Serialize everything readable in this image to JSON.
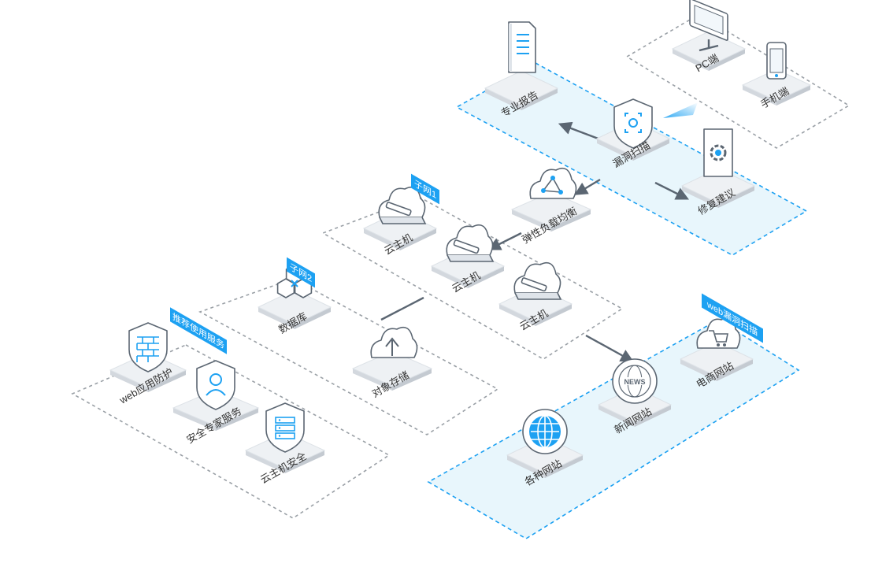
{
  "colors": {
    "accent": "#1da1f2",
    "zone_fill": "#e8f6fc",
    "tile": "#eef1f4",
    "tile_side": "#d3d8de",
    "icon_fill": "#ffffff",
    "icon_stroke": "#5b6672",
    "dash_gray": "#9aa0a6",
    "dash_blue": "#1da1f2",
    "arrow": "#5b6672"
  },
  "tags": {
    "subnet1": "子网1",
    "subnet2": "子网2",
    "recommended": "推荐使用服务",
    "web_scan": "web漏洞扫描"
  },
  "nodes": {
    "pc": {
      "label": "PC端",
      "icon": "monitor-icon"
    },
    "mobile": {
      "label": "手机端",
      "icon": "phone-icon"
    },
    "report": {
      "label": "专业报告",
      "icon": "document-icon"
    },
    "vuln_scan": {
      "label": "漏洞扫描",
      "icon": "shield-scan-icon"
    },
    "fix": {
      "label": "修复建议",
      "icon": "gear-icon"
    },
    "load_balancer": {
      "label": "弹性负载均衡",
      "icon": "cloud-network-icon"
    },
    "host1": {
      "label": "云主机",
      "icon": "cloud-server-icon"
    },
    "host2": {
      "label": "云主机",
      "icon": "cloud-server-icon"
    },
    "host3": {
      "label": "云主机",
      "icon": "cloud-server-icon"
    },
    "database": {
      "label": "数据库",
      "icon": "database-icon"
    },
    "storage": {
      "label": "对象存储",
      "icon": "cloud-upload-icon"
    },
    "waf": {
      "label": "web应用防护",
      "icon": "firewall-shield-icon"
    },
    "expert": {
      "label": "安全专家服务",
      "icon": "user-shield-icon"
    },
    "host_security": {
      "label": "云主机安全",
      "icon": "server-shield-icon"
    },
    "ecommerce": {
      "label": "电商网站",
      "icon": "cart-cloud-icon"
    },
    "news": {
      "label": "新闻网站",
      "icon": "news-globe-icon"
    },
    "websites": {
      "label": "各种网站",
      "icon": "globe-icon"
    }
  }
}
